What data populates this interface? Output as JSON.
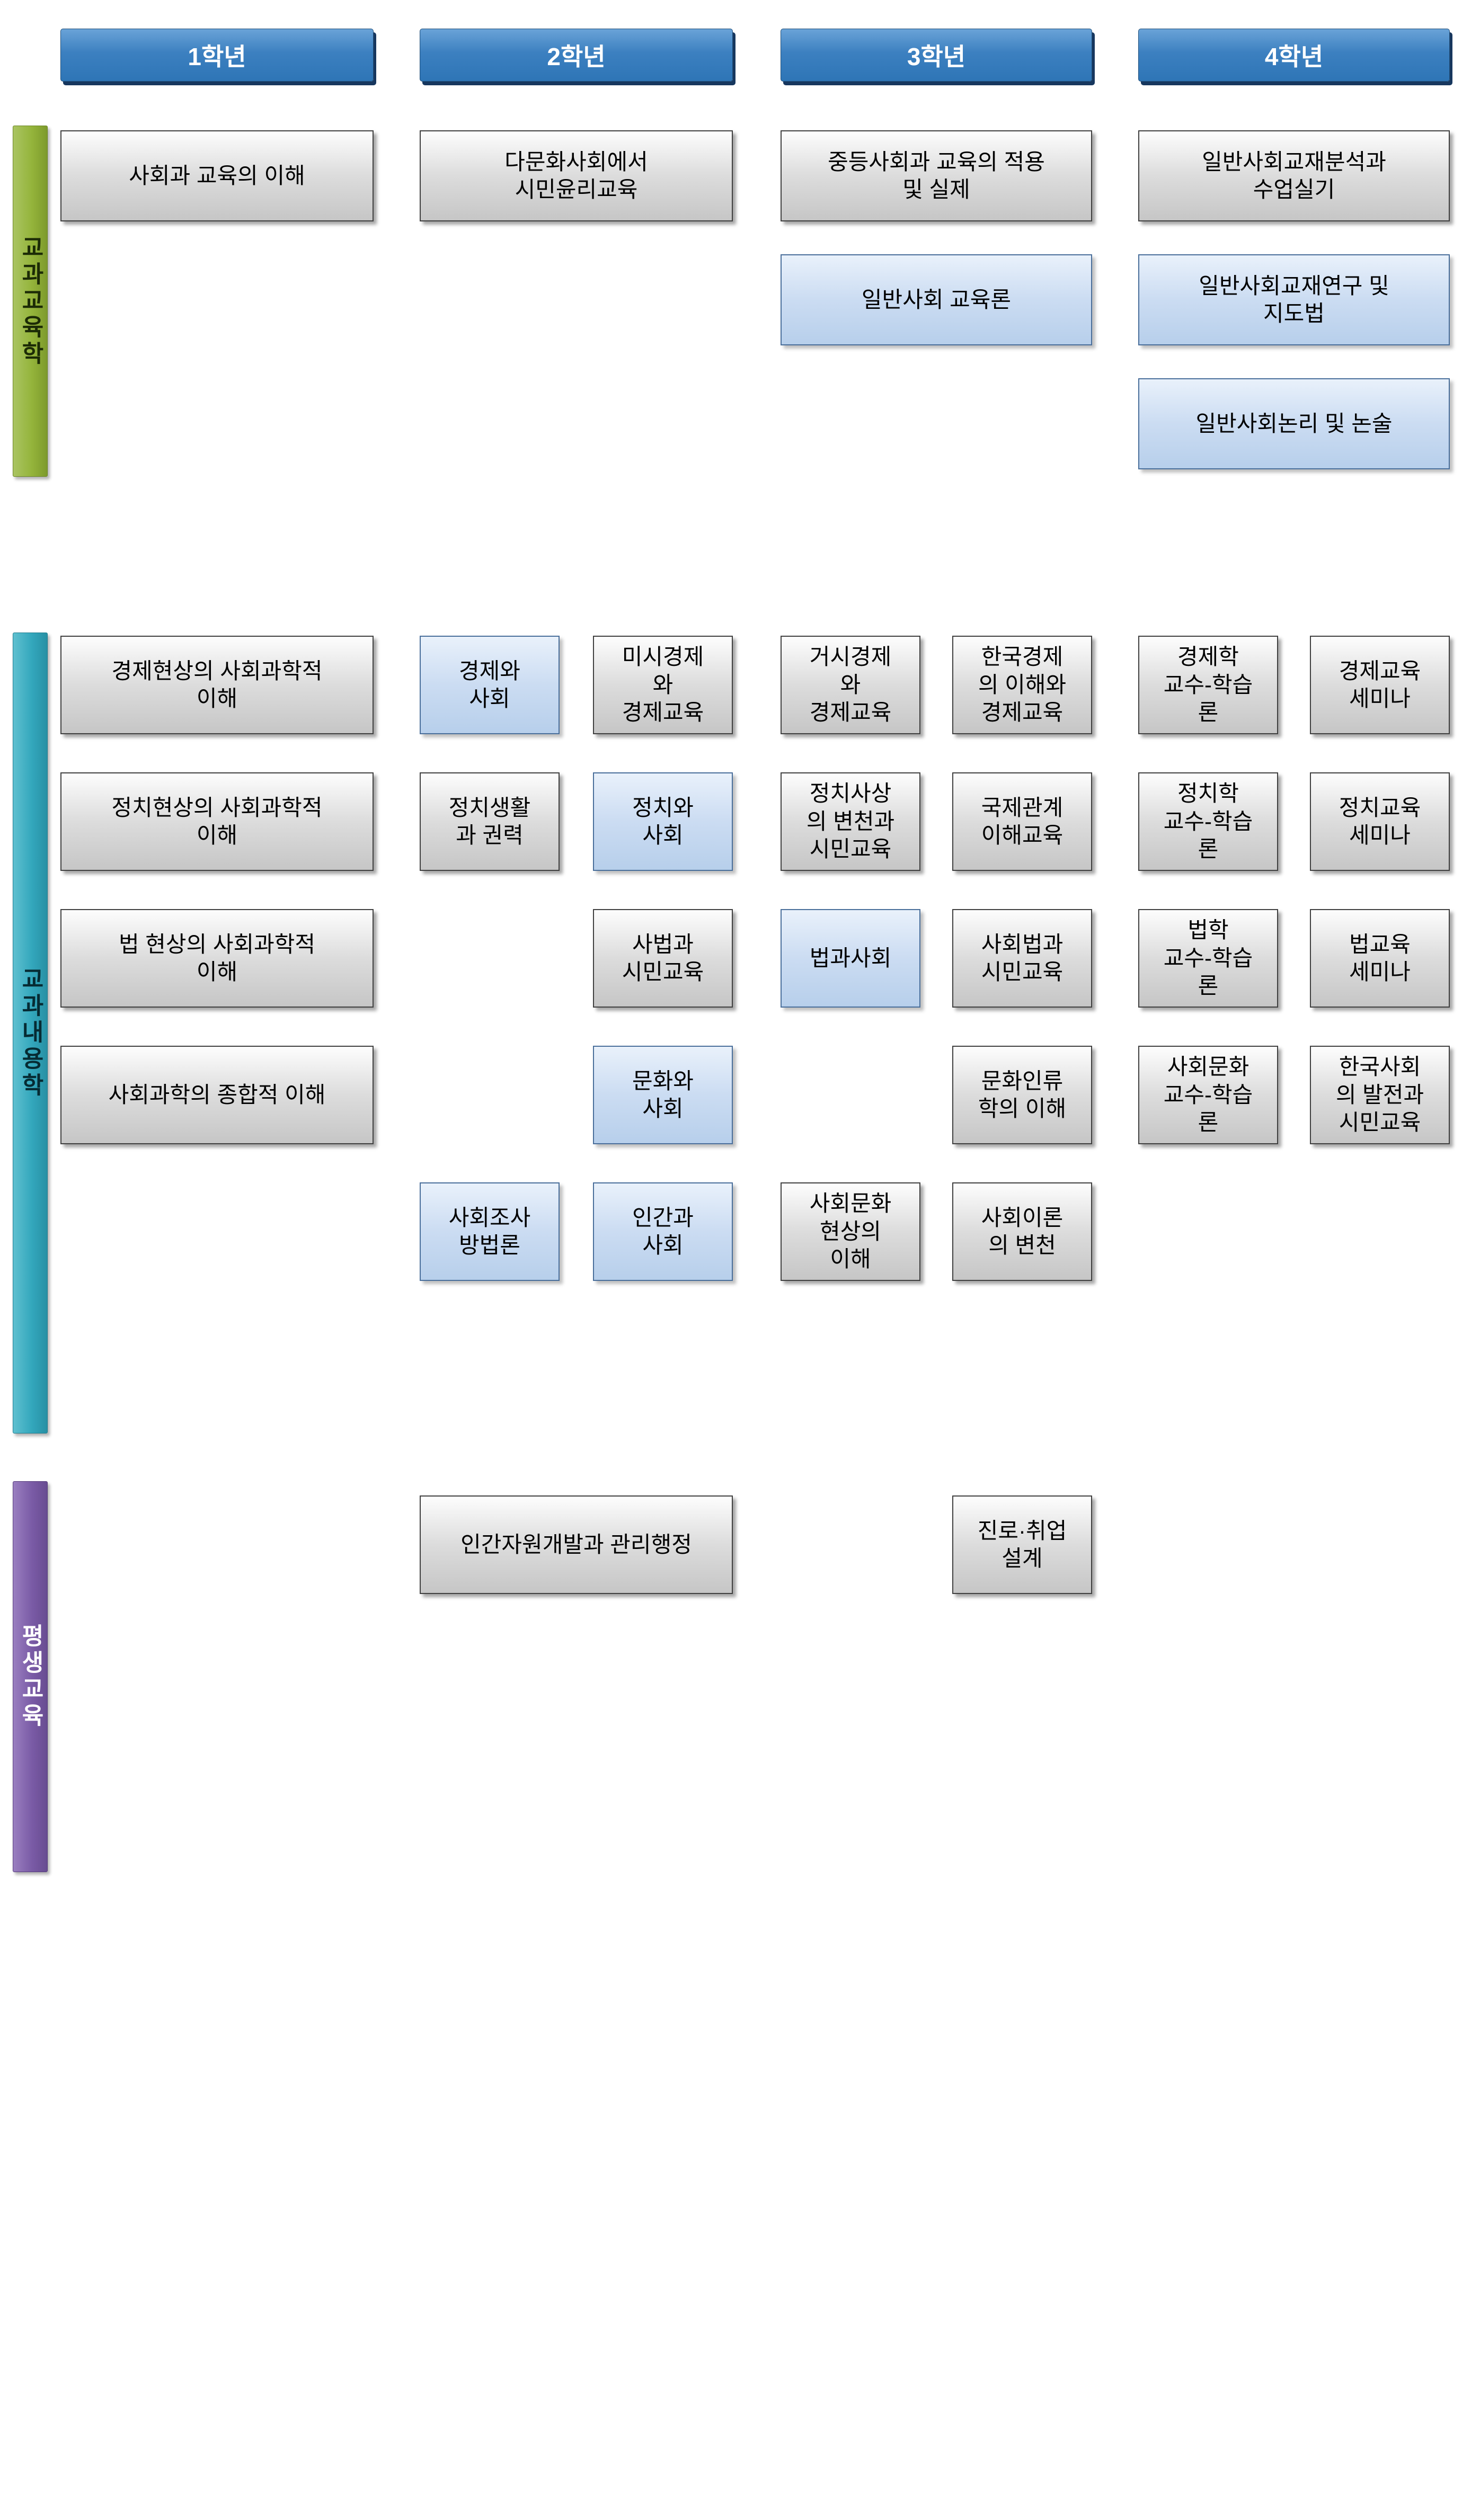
{
  "diagram": {
    "colors": {
      "header_blue": "#2e75b6",
      "header_shadow": "#17375e",
      "gray_box": "#d9d9d9",
      "highlight_box_blue": "#c5d9f1",
      "bar_green": "#94b43b",
      "bar_teal": "#33a7bc",
      "bar_purple": "#7a5ba6"
    }
  },
  "grades": [
    {
      "label": "1학년"
    },
    {
      "label": "2학년"
    },
    {
      "label": "3학년"
    },
    {
      "label": "4학년"
    }
  ],
  "sections": [
    {
      "label": "교과교육학",
      "courses": [
        {
          "label": "사회과 교육의 이해",
          "highlighted": false
        },
        {
          "label": "다문화사회에서\n시민윤리교육",
          "highlighted": false
        },
        {
          "label": "중등사회과 교육의 적용\n및 실제",
          "highlighted": false
        },
        {
          "label": "일반사회교재분석과\n수업실기",
          "highlighted": false
        },
        {
          "label": "일반사회 교육론",
          "highlighted": true
        },
        {
          "label": "일반사회교재연구 및\n지도법",
          "highlighted": true
        },
        {
          "label": "일반사회논리 및 논술",
          "highlighted": true
        }
      ]
    },
    {
      "label": "교과내용학",
      "courses": [
        {
          "label": "경제현상의 사회과학적\n이해",
          "highlighted": false
        },
        {
          "label": "경제와\n사회",
          "highlighted": true
        },
        {
          "label": "미시경제\n와\n경제교육",
          "highlighted": false
        },
        {
          "label": "거시경제\n와\n경제교육",
          "highlighted": false
        },
        {
          "label": "한국경제\n의 이해와\n경제교육",
          "highlighted": false
        },
        {
          "label": "경제학\n교수-학습\n론",
          "highlighted": false
        },
        {
          "label": "경제교육\n세미나",
          "highlighted": false
        },
        {
          "label": "정치현상의 사회과학적\n이해",
          "highlighted": false
        },
        {
          "label": "정치생활\n과 권력",
          "highlighted": false
        },
        {
          "label": "정치와\n사회",
          "highlighted": true
        },
        {
          "label": "정치사상\n의 변천과\n시민교육",
          "highlighted": false
        },
        {
          "label": "국제관계\n이해교육",
          "highlighted": false
        },
        {
          "label": "정치학\n교수-학습\n론",
          "highlighted": false
        },
        {
          "label": "정치교육\n세미나",
          "highlighted": false
        },
        {
          "label": "법 현상의 사회과학적\n이해",
          "highlighted": false
        },
        {
          "label": "사법과\n시민교육",
          "highlighted": false
        },
        {
          "label": "법과사회",
          "highlighted": true
        },
        {
          "label": "사회법과\n시민교육",
          "highlighted": false
        },
        {
          "label": "법학\n교수-학습\n론",
          "highlighted": false
        },
        {
          "label": "법교육\n세미나",
          "highlighted": false
        },
        {
          "label": "사회과학의 종합적 이해",
          "highlighted": false
        },
        {
          "label": "문화와\n사회",
          "highlighted": true
        },
        {
          "label": "문화인류\n학의 이해",
          "highlighted": false
        },
        {
          "label": "사회문화\n교수-학습\n론",
          "highlighted": false
        },
        {
          "label": "한국사회\n의 발전과\n시민교육",
          "highlighted": false
        },
        {
          "label": "사회조사\n방법론",
          "highlighted": true
        },
        {
          "label": "인간과\n사회",
          "highlighted": true
        },
        {
          "label": "사회문화\n현상의\n이해",
          "highlighted": false
        },
        {
          "label": "사회이론\n의 변천",
          "highlighted": false
        }
      ]
    },
    {
      "label": "평생교육",
      "courses": [
        {
          "label": "인간자원개발과 관리행정",
          "highlighted": false
        },
        {
          "label": "진로·취업\n설계",
          "highlighted": false
        }
      ]
    }
  ]
}
